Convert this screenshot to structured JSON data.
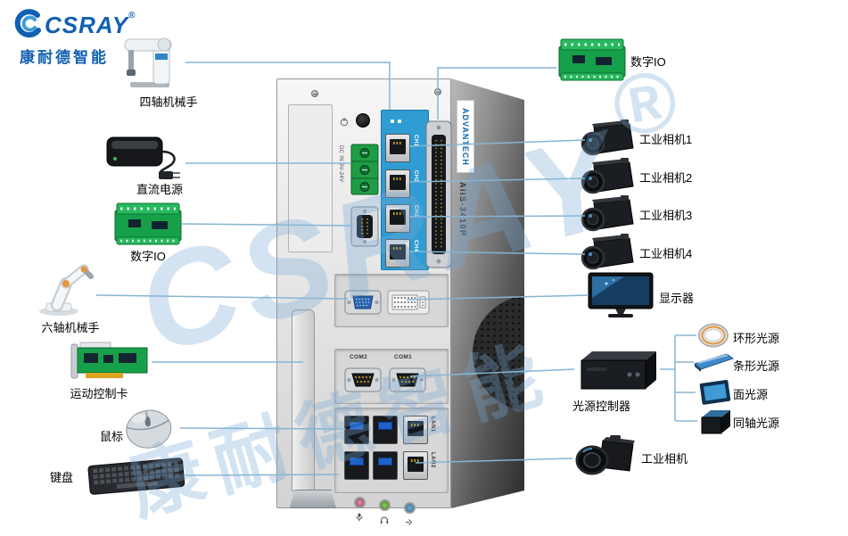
{
  "logo": {
    "brand": "CSRAY",
    "registered": "®",
    "subtitle": "康耐德智能"
  },
  "watermark": {
    "brand": "CSRAY",
    "subtitle": "康耐德智能",
    "registered": "®"
  },
  "devices": {
    "robot4": "四轴机械手",
    "dc_power": "直流电源",
    "digital_io_left": "数字IO",
    "robot6": "六轴机械手",
    "motion_card": "运动控制卡",
    "mouse": "鼠标",
    "keyboard": "键盘",
    "digital_io_right": "数字IO",
    "camera1": "工业相机1",
    "camera2": "工业相机2",
    "camera3": "工业相机3",
    "camera4": "工业相机4",
    "monitor": "显示器",
    "light_controller": "光源控制器",
    "ring_light": "环形光源",
    "bar_light": "条形光源",
    "area_light": "面光源",
    "coaxial_light": "同轴光源",
    "camera_main": "工业相机"
  },
  "chassis": {
    "brand": "ADVANTECH",
    "model": "AIIS-3410P",
    "dc_label": "DC IN 9V-24V",
    "ports": {
      "ch1": "CH1",
      "ch2": "CH2",
      "ch3": "CH3",
      "ch4": "CH4",
      "com1": "COM1",
      "com2": "COM2",
      "lan1": "LAN1",
      "lan2": "LAN2"
    }
  }
}
